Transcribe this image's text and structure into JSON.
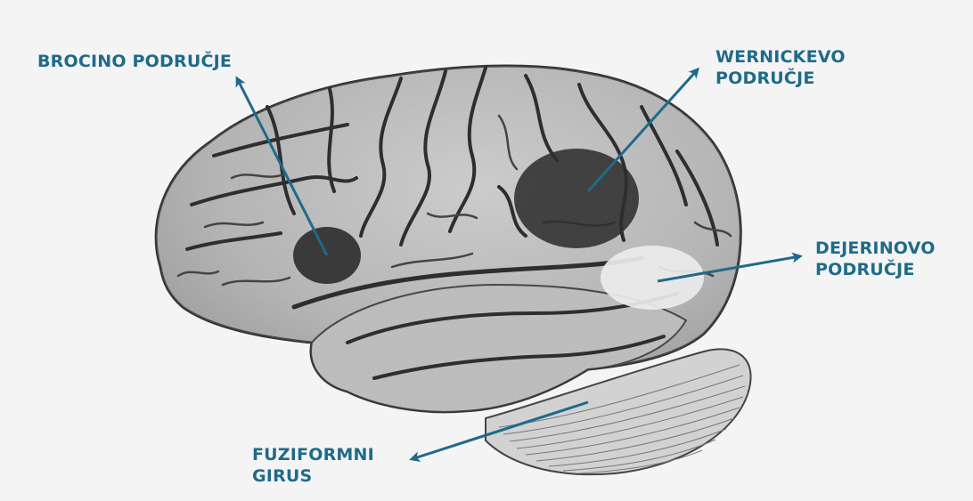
{
  "labels": {
    "broca": {
      "line1": "BROCINO PODRUČJE"
    },
    "wernicke": {
      "line1": "WERNICKEVO",
      "line2": "PODRUČJE"
    },
    "dejerine": {
      "line1": "DEJERINOVO",
      "line2": "PODRUČJE"
    },
    "fusiform": {
      "line1": "FUZIFORMNI",
      "line2": "GIRUS"
    }
  },
  "colors": {
    "label": "#1f6a8a",
    "arrow": "#1f6a8a",
    "region_dark": "#2f2f2f",
    "region_light": "#ececec",
    "brain_fill": "#b9b9b9",
    "sulcus": "#3c3c3c",
    "background": "#f4f4f4"
  }
}
